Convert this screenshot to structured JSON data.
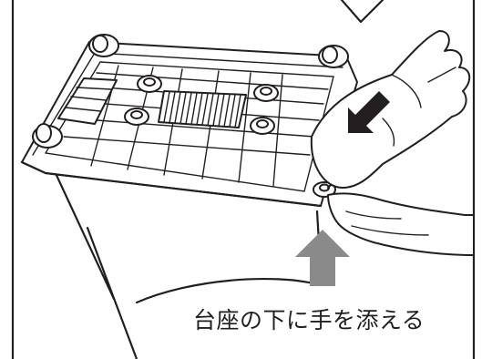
{
  "caption": {
    "text": "台座の下に手を添える"
  },
  "colors": {
    "line": "#231f20",
    "arrow_gray": "#8a8a8a",
    "grip_gray": "#7a7a7a",
    "background": "#ffffff"
  },
  "icons": {
    "push_arrow": "arrow-down-left",
    "support_arrow": "arrow-up"
  }
}
